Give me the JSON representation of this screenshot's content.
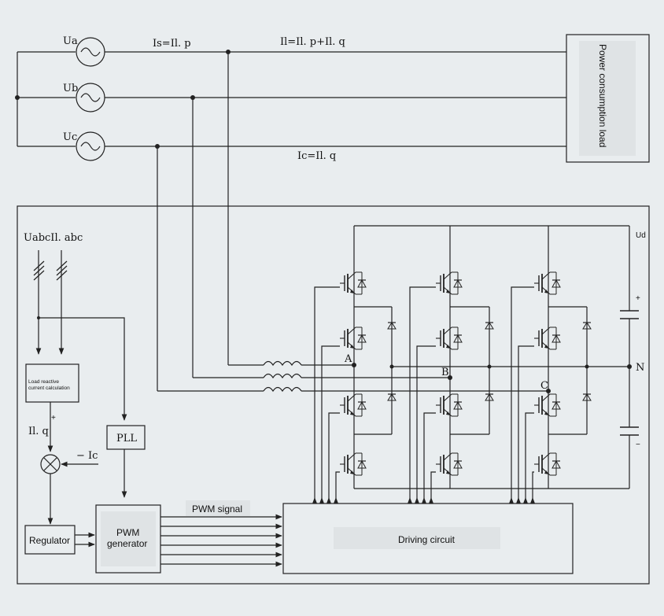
{
  "labels": {
    "ua": "Ua",
    "ub": "Ub",
    "uc": "Uc",
    "is": "Is=Il. p",
    "il": "Il=Il. p+Il. q",
    "ic_line": "Ic=Il. q",
    "load": "Power consumption load",
    "uabc": "UabcIl. abc",
    "load_calc_1": "Load reactive",
    "load_calc_2": "current calculation",
    "plus": "+",
    "ilq": "Il. q",
    "minus_ic": "− Ic",
    "pll": "PLL",
    "regulator": "Regulator",
    "pwm_gen_1": "PWM",
    "pwm_gen_2": "generator",
    "pwm_signal": "PWM signal",
    "driving": "Driving circuit",
    "ud": "Ud",
    "node_a": "A",
    "node_b": "B",
    "node_c": "C",
    "node_n": "N",
    "cap_plus": "+",
    "cap_minus": "−"
  }
}
